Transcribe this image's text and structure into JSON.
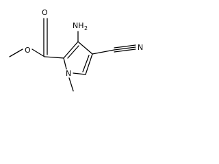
{
  "molecule": {
    "atoms": {
      "carbonyl_oxygen": "O",
      "ester_oxygen": "O",
      "amino_group": "NH",
      "amino_subscript": "2",
      "ring_nitrogen": "N",
      "nitrile_nitrogen": "N"
    }
  }
}
